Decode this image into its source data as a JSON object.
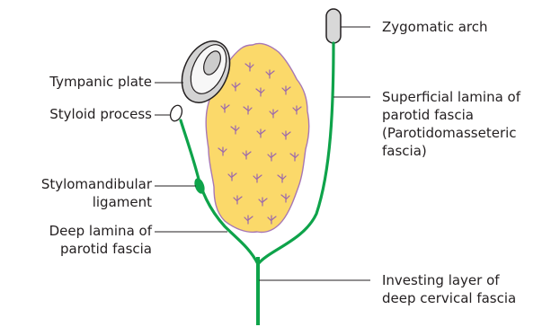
{
  "colors": {
    "fascia_green": "#0ea34a",
    "gland_fill": "#fbd96a",
    "gland_outline": "#a777b5",
    "gland_lobule_marks": "#9a67ad",
    "bone_fill": "#d8d8d8",
    "leader_line": "#231f20",
    "label_text": "#231f20"
  },
  "labels": {
    "tympanic_plate": "Tympanic plate",
    "styloid_process": "Styloid process",
    "stylomandibular_ligament": [
      "Stylomandibular",
      "ligament"
    ],
    "deep_lamina": [
      "Deep lamina of",
      "parotid fascia"
    ],
    "zygomatic_arch": "Zygomatic arch",
    "superficial_lamina": [
      "Superficial lamina of",
      "parotid fascia",
      "(Parotidomasseteric",
      "fascia)"
    ],
    "investing_layer": [
      "Investing layer of",
      "deep cervical fascia"
    ]
  }
}
